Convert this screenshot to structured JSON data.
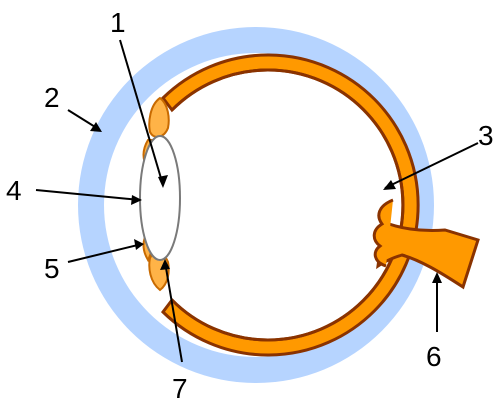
{
  "labels": {
    "n1": "1",
    "n2": "2",
    "n3": "3",
    "n4": "4",
    "n5": "5",
    "n6": "6",
    "n7": "7"
  },
  "colors": {
    "background": "#ffffff",
    "outer_layer": "#b6d4ff",
    "orange_layer": "#ff9900",
    "outline_dark": "#8a3300",
    "lens_fill": "#ffffff",
    "lens_outline": "#7a7a7a",
    "pointer_lines": "#000000"
  }
}
